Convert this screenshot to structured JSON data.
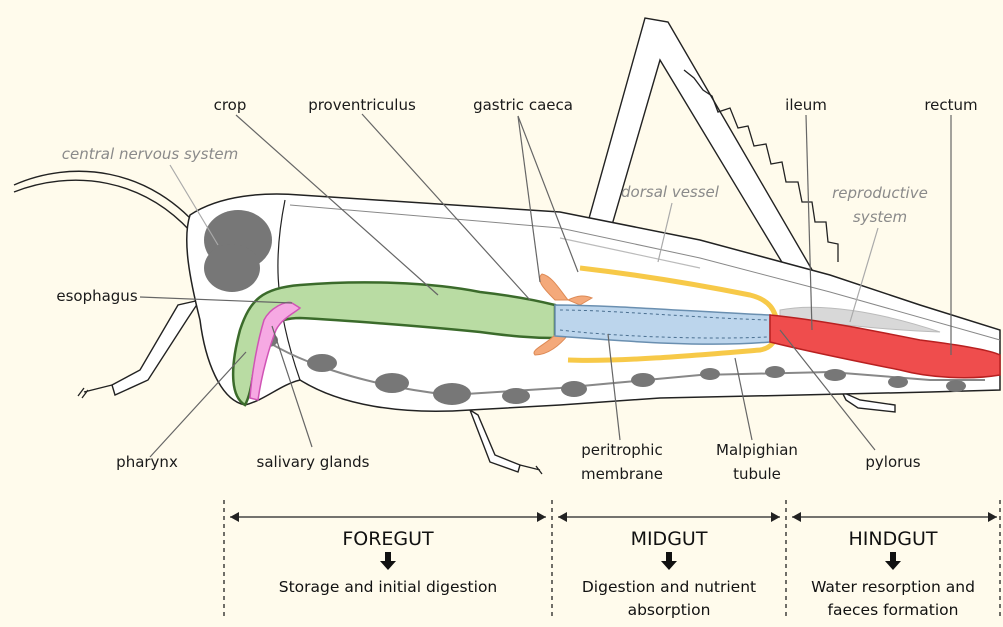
{
  "labels": {
    "crop": "crop",
    "proventriculus": "proventriculus",
    "gastric_caeca": "gastric caeca",
    "ileum": "ileum",
    "rectum": "rectum",
    "central_nervous_system": "central nervous system",
    "dorsal_vessel": "dorsal vessel",
    "reproductive_system_1": "reproductive",
    "reproductive_system_2": "system",
    "esophagus": "esophagus",
    "pharynx": "pharynx",
    "salivary_glands": "salivary glands",
    "peritrophic_membrane_1": "peritrophic",
    "peritrophic_membrane_2": "membrane",
    "malpighian_tubule_1": "Malpighian",
    "malpighian_tubule_2": "tubule",
    "pylorus": "pylorus"
  },
  "sections": [
    {
      "title": "FOREGUT",
      "desc1": "Storage and initial digestion",
      "desc2": ""
    },
    {
      "title": "MIDGUT",
      "desc1": "Digestion and nutrient",
      "desc2": "absorption"
    },
    {
      "title": "HINDGUT",
      "desc1": "Water resorption and",
      "desc2": "faeces formation"
    }
  ],
  "colors": {
    "background": "#fffbec",
    "foregut": "#b9dca3",
    "foregut_outline": "#4c7a3a",
    "salivary": "#f6a9e3",
    "midgut": "#bcd5ec",
    "gastric_caeca": "#f4a97a",
    "malpighian": "#f7c948",
    "hindgut": "#ef4d4d",
    "nervous": "#777777"
  }
}
